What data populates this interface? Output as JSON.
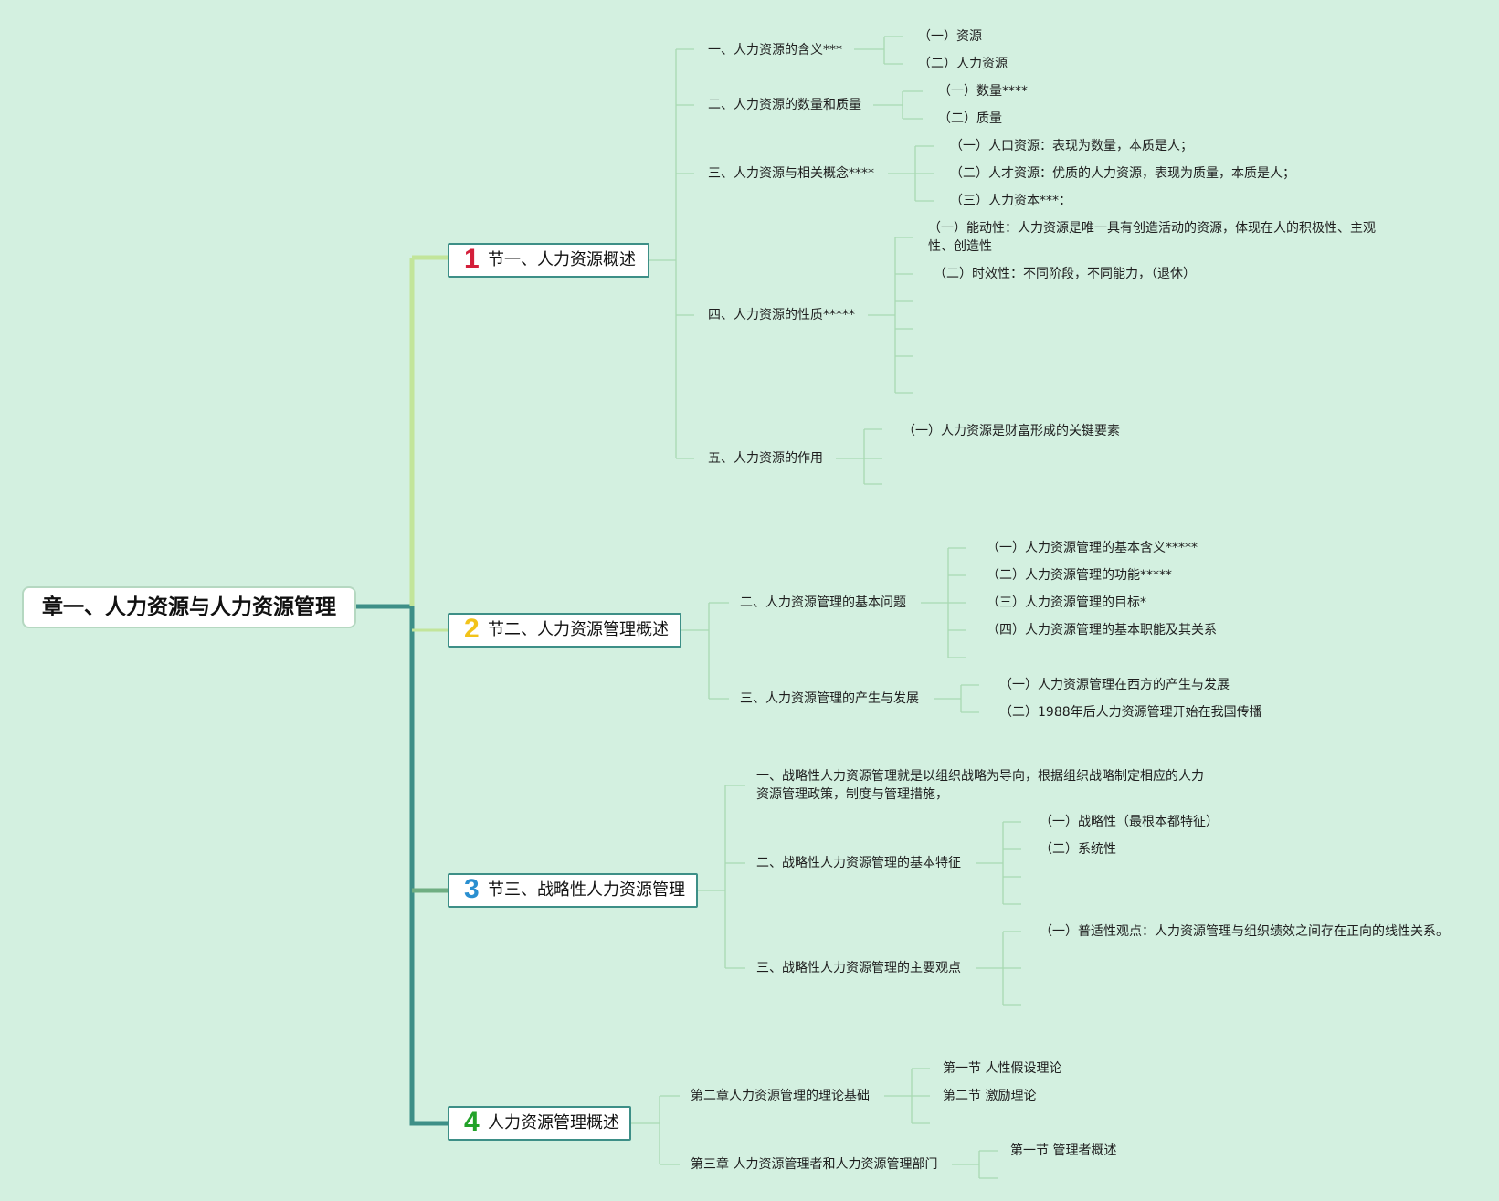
{
  "root": {
    "label": "章一、人力资源与人力资源管理"
  },
  "sections": [
    {
      "num": "1",
      "num_color": "#d41f3a",
      "label": "节一、人力资源概述",
      "items": [
        {
          "label": "一、人力资源的含义***",
          "children": [
            "（一）资源",
            "（二）人力资源"
          ]
        },
        {
          "label": "二、人力资源的数量和质量",
          "children": [
            "（一）数量****",
            "（二）质量"
          ]
        },
        {
          "label": "三、人力资源与相关概念****",
          "children": [
            "（一）人口资源：表现为数量，本质是人；",
            "（二）人才资源：优质的人力资源，表现为质量，本质是人；",
            "（三）人力资本***："
          ]
        },
        {
          "label": "四、人力资源的性质*****",
          "children": [
            "（一）能动性：人力资源是唯一具有创造活动的资源，体现在人的积极性、主观性、创造性",
            "（二）时效性：不同阶段，不同能力，（退休）"
          ]
        },
        {
          "label": "五、人力资源的作用",
          "children": [
            "（一）人力资源是财富形成的关键要素"
          ]
        }
      ]
    },
    {
      "num": "2",
      "num_color": "#f2c31a",
      "label": "节二、人力资源管理概述",
      "items": [
        {
          "label": "二、人力资源管理的基本问题",
          "children": [
            "（一）人力资源管理的基本含义*****",
            "（二）人力资源管理的功能*****",
            "（三）人力资源管理的目标*",
            "（四）人力资源管理的基本职能及其关系"
          ]
        },
        {
          "label": "三、人力资源管理的产生与发展",
          "children": [
            "（一）人力资源管理在西方的产生与发展",
            "（二）1988年后人力资源管理开始在我国传播"
          ]
        }
      ]
    },
    {
      "num": "3",
      "num_color": "#2a8fd0",
      "label": "节三、战略性人力资源管理",
      "items": [
        {
          "label": "一、战略性人力资源管理就是以组织战略为导向，根据组织战略制定相应的人力资源管理政策，制度与管理措施，",
          "children": []
        },
        {
          "label": "二、战略性人力资源管理的基本特征",
          "children": [
            "（一）战略性（最根本都特征）",
            "（二）系统性"
          ]
        },
        {
          "label": "三、战略性人力资源管理的主要观点",
          "children": [
            "（一）普适性观点：人力资源管理与组织绩效之间存在正向的线性关系。"
          ]
        }
      ]
    },
    {
      "num": "4",
      "num_color": "#23a229",
      "label": "人力资源管理概述",
      "items": [
        {
          "label": "第二章人力资源管理的理论基础",
          "children": [
            "第一节 人性假设理论",
            "第二节 激励理论"
          ]
        },
        {
          "label": "第三章 人力资源管理者和人力资源管理部门",
          "children": [
            "第一节 管理者概述"
          ]
        }
      ]
    }
  ],
  "colors": {
    "background": "#d3f0e0",
    "trunk": "#3d8f87",
    "sec1_branch": "#c2e59a",
    "sec3_branch": "#6fae82",
    "thin_line": "#a8d9b2"
  }
}
